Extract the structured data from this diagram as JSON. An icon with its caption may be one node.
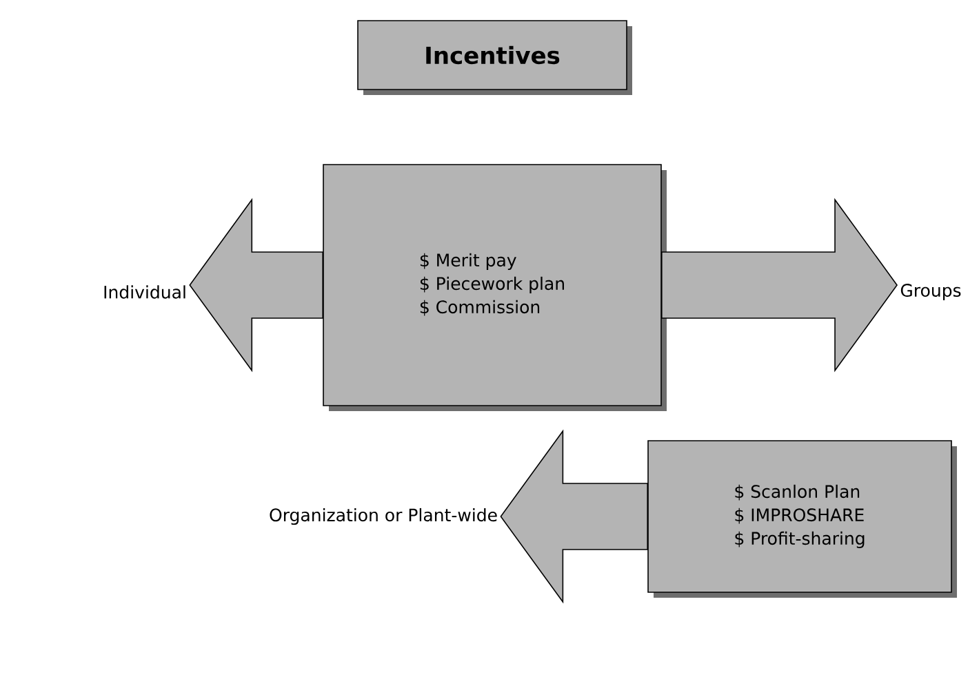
{
  "diagram": {
    "nodes": [
      {
        "text": [
          "Incentives"
        ]
      },
      {
        "text": [
          "$ Merit pay",
          "$ Piecework plan",
          "$ Commission"
        ]
      },
      {
        "text": [
          "Individual"
        ]
      },
      {
        "text": [
          "Groups"
        ]
      },
      {
        "text": [
          "$ Scanlon Plan",
          "$ IMPROSHARE",
          "$ Profit-sharing"
        ]
      },
      {
        "text": [
          "Organization or Plant-wide"
        ]
      }
    ],
    "edges": [
      {
        "from": 1,
        "to": 2,
        "arrow": "to"
      },
      {
        "from": 1,
        "to": 3,
        "arrow": "to"
      },
      {
        "from": 4,
        "to": 5,
        "arrow": "to"
      }
    ]
  }
}
